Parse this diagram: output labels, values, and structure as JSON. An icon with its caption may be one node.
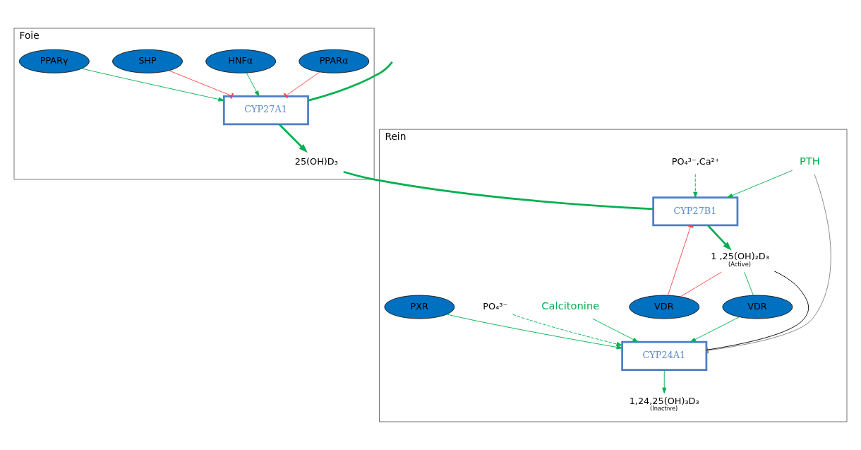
{
  "diagram": {
    "nodes": [
      {
        "text": [
          "Foie"
        ]
      },
      {
        "text": [
          "PPARα"
        ],
        "in": 0
      },
      {
        "text": [
          "HNFα"
        ],
        "in": 0
      },
      {
        "text": [
          "CYP27A1"
        ],
        "in": 0
      },
      {
        "text": [
          "SHP"
        ],
        "in": 0
      },
      {
        "text": [
          "PPARγ"
        ],
        "in": 0
      },
      {
        "text": [
          "25(OH)D₃"
        ],
        "in": 0
      },
      {
        "text": [
          "Rein"
        ]
      },
      {
        "text": [
          "PO₄³⁻,Ca²⁺"
        ],
        "in": 7
      },
      {
        "text": [
          "CYP27B1"
        ],
        "in": 7
      },
      {
        "text": [
          "PTH"
        ],
        "in": 7
      },
      {
        "text": [
          "Calcitonine"
        ],
        "in": 7
      },
      {
        "text": [
          "PO₄³⁻"
        ],
        "in": 7
      },
      {
        "text": [
          "VDR"
        ],
        "in": 7
      },
      {
        "text": [
          "1 ,25(OH)₂D₃"
        ],
        "in": 7,
        "beside": [
          "(Active)"
        ]
      },
      {
        "text": [
          "CYP24A1"
        ],
        "in": 7
      },
      {
        "text": [
          "1,24,25(OH)₃D₃"
        ],
        "in": 7,
        "beside": [
          "(Inactive)"
        ]
      },
      {
        "text": [
          "VDR"
        ],
        "in": 7
      },
      {
        "text": [
          "PXR"
        ],
        "in": 7
      }
    ],
    "edges": [
      {
        "from": null,
        "to": 3,
        "arrow": "none",
        "style": "thick"
      },
      {
        "from": 1,
        "to": 3,
        "arrow": "other",
        "color": "#ff4040"
      },
      {
        "from": 2,
        "to": 3,
        "arrow": "to"
      },
      {
        "from": 4,
        "to": 3,
        "arrow": "other",
        "color": "#ff4040"
      },
      {
        "from": 5,
        "to": 3,
        "arrow": "to"
      },
      {
        "from": 3,
        "to": 6,
        "arrow": "to",
        "style": "thick"
      },
      {
        "from": 6,
        "to": 9,
        "arrow": "none",
        "style": "thick"
      },
      {
        "from": 8,
        "to": 9,
        "arrow": "to",
        "style": "dashed"
      },
      {
        "from": 10,
        "to": 9,
        "arrow": "to"
      },
      {
        "from": 13,
        "to": 9,
        "arrow": "other",
        "color": "#ff4040"
      },
      {
        "from": 9,
        "to": 14,
        "arrow": "to",
        "style": "thick"
      },
      {
        "from": 14,
        "to": 13,
        "arrow": "none",
        "color": "#ff4040"
      },
      {
        "from": 14,
        "to": 17,
        "arrow": "none"
      },
      {
        "from": 17,
        "to": 15,
        "arrow": "to"
      },
      {
        "from": 10,
        "to": 15,
        "arrow": "other",
        "color": "#808080"
      },
      {
        "from": 11,
        "to": 15,
        "arrow": "to"
      },
      {
        "from": 12,
        "to": 15,
        "arrow": "to",
        "style": "dashed"
      },
      {
        "from": 14,
        "to": 15,
        "arrow": "none",
        "color": "#000000"
      },
      {
        "from": 15,
        "to": 16,
        "arrow": "to"
      },
      {
        "from": 18,
        "to": 15,
        "arrow": "to"
      }
    ]
  }
}
